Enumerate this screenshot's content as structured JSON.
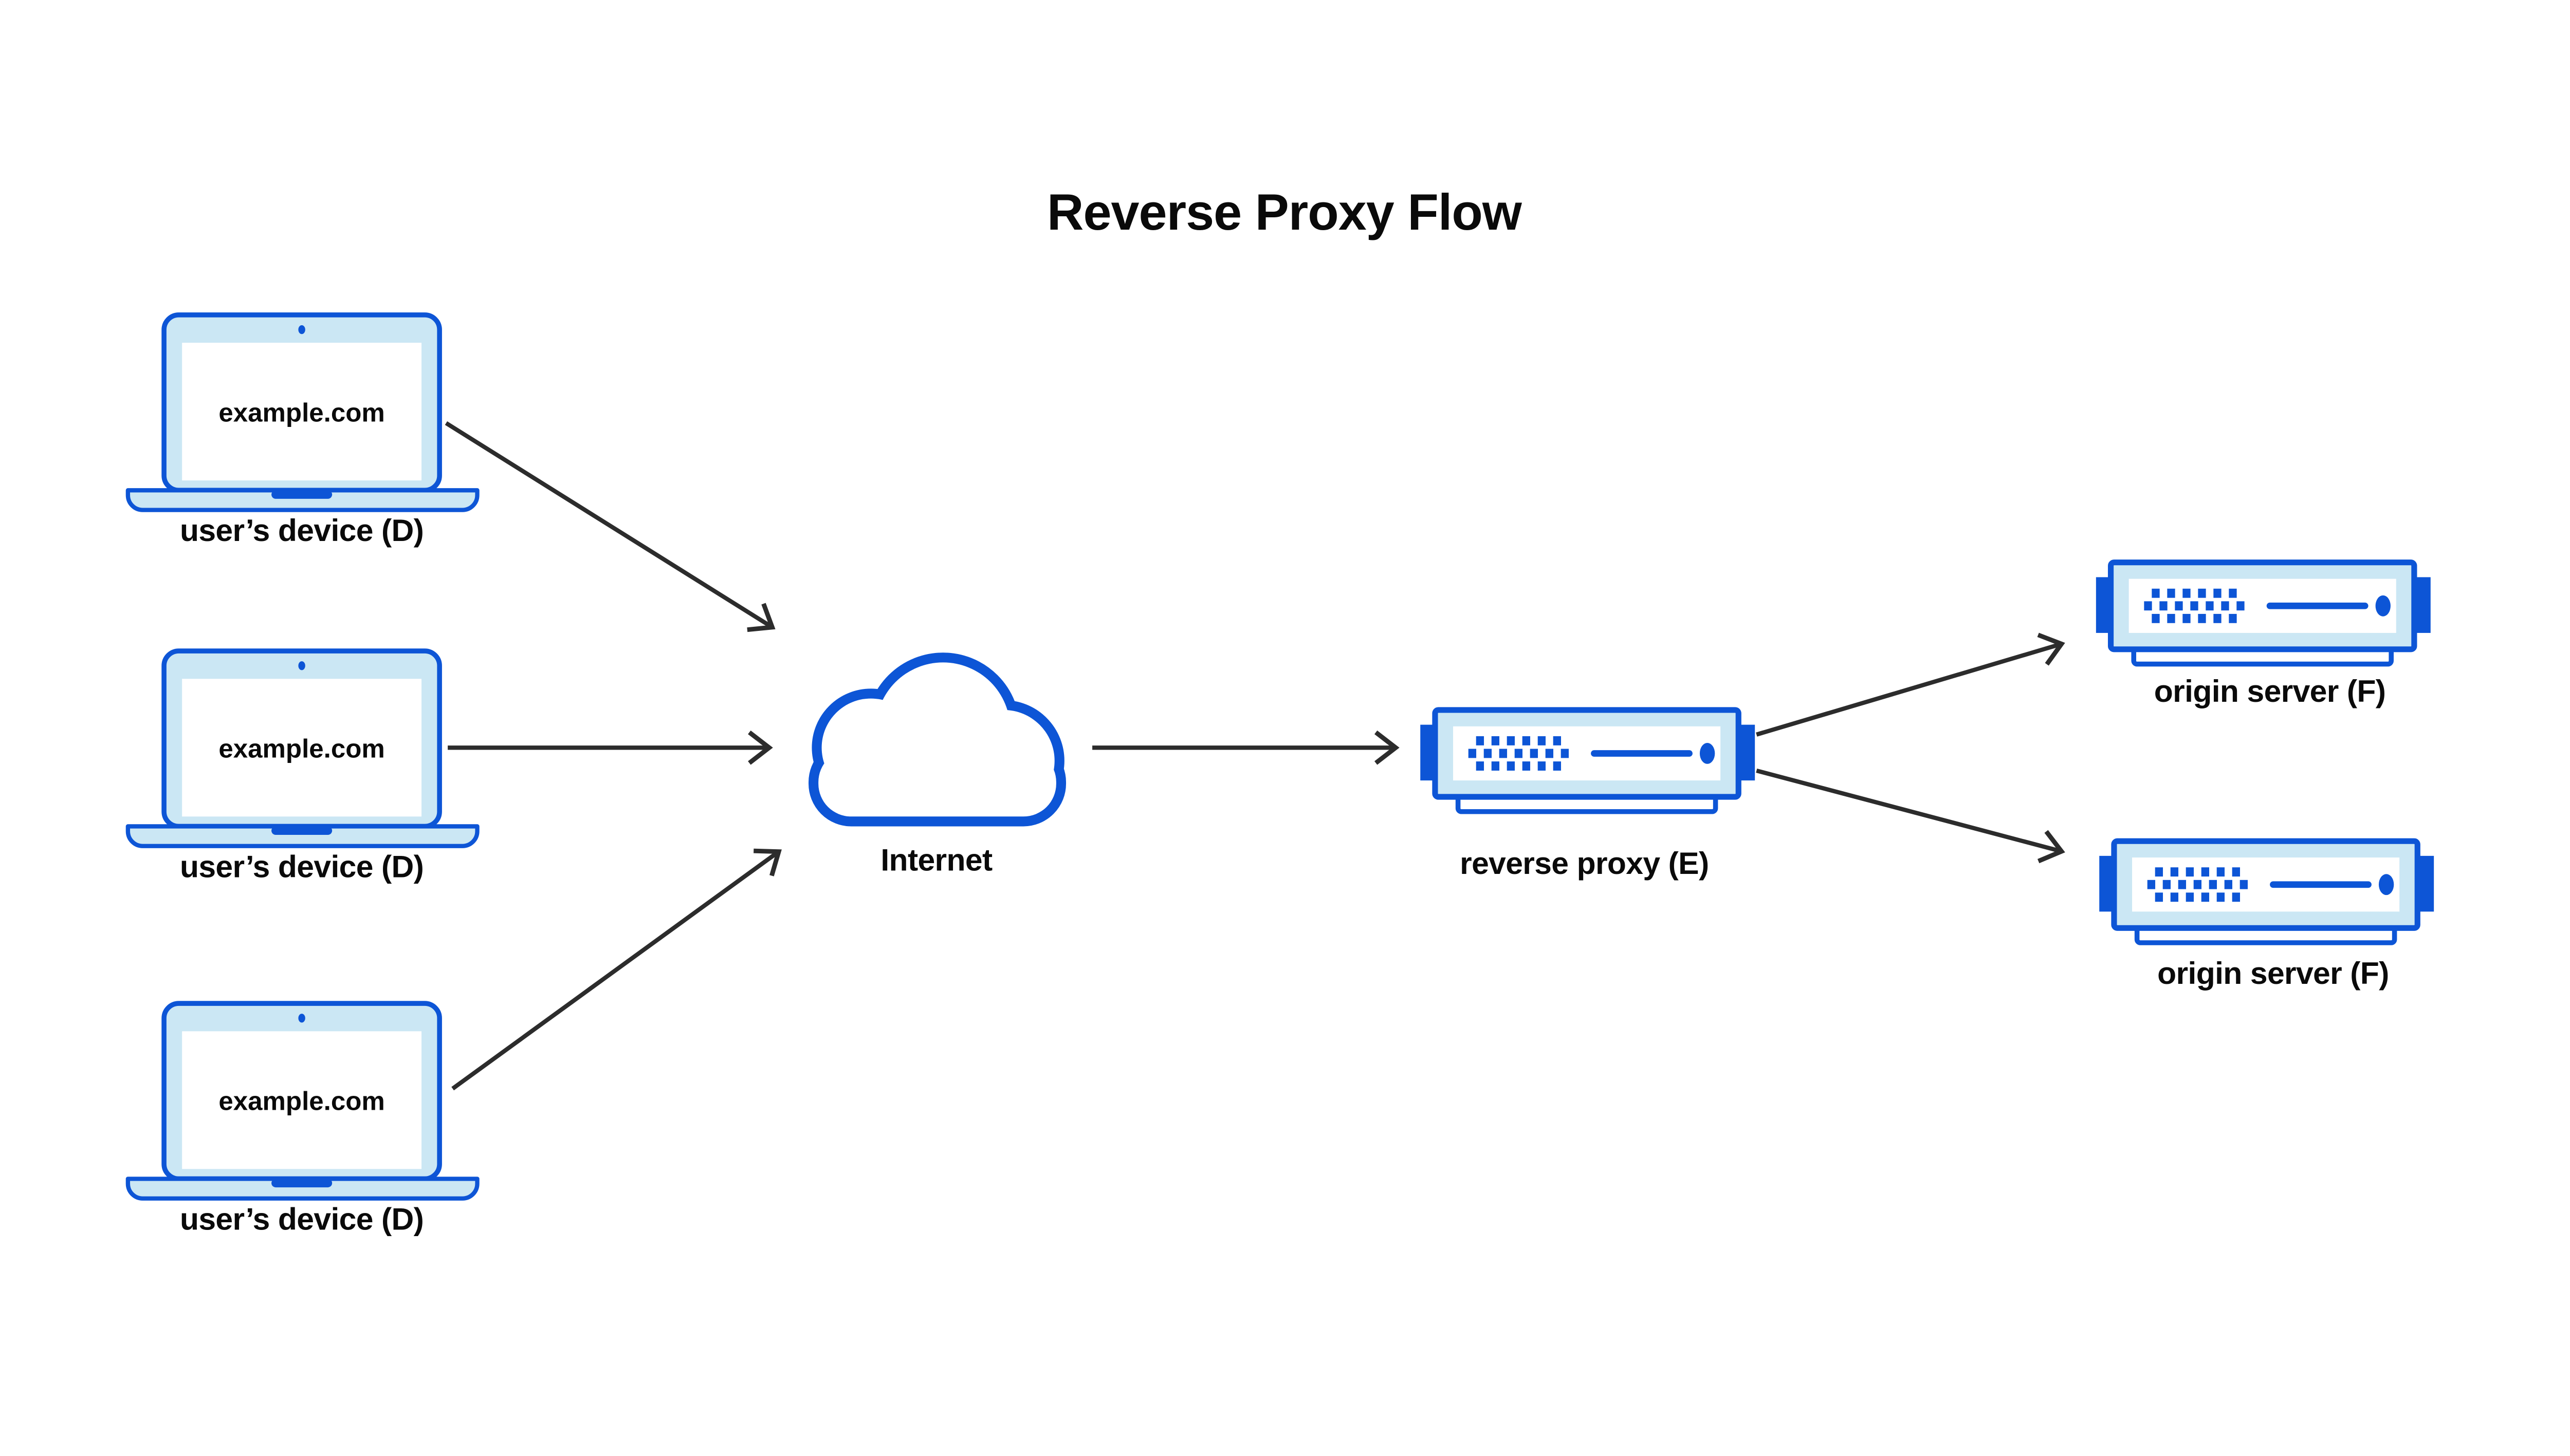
{
  "title": "Reverse Proxy Flow",
  "colors": {
    "accent": "#0d55d6",
    "light": "#cbe7f4",
    "arrow": "#2c2c2c",
    "ink": "#0a0a0a"
  },
  "nodes": {
    "devices": [
      {
        "screen_text": "example.com",
        "label": "user’s device (D)"
      },
      {
        "screen_text": "example.com",
        "label": "user’s device (D)"
      },
      {
        "screen_text": "example.com",
        "label": "user’s device (D)"
      }
    ],
    "internet": {
      "label": "Internet"
    },
    "reverse_proxy": {
      "label": "reverse proxy (E)"
    },
    "origin_servers": [
      {
        "label": "origin server (F)"
      },
      {
        "label": "origin server (F)"
      }
    ]
  },
  "icons": {
    "device": "laptop-icon",
    "internet": "cloud-icon",
    "reverse_proxy": "server-icon",
    "origin_server": "server-icon",
    "connector": "arrow-chevron"
  },
  "connections": [
    {
      "from": "user’s device (D) #1",
      "to": "Internet"
    },
    {
      "from": "user’s device (D) #2",
      "to": "Internet"
    },
    {
      "from": "user’s device (D) #3",
      "to": "Internet"
    },
    {
      "from": "Internet",
      "to": "reverse proxy (E)"
    },
    {
      "from": "reverse proxy (E)",
      "to": "origin server (F) #1"
    },
    {
      "from": "reverse proxy (E)",
      "to": "origin server (F) #2"
    }
  ]
}
